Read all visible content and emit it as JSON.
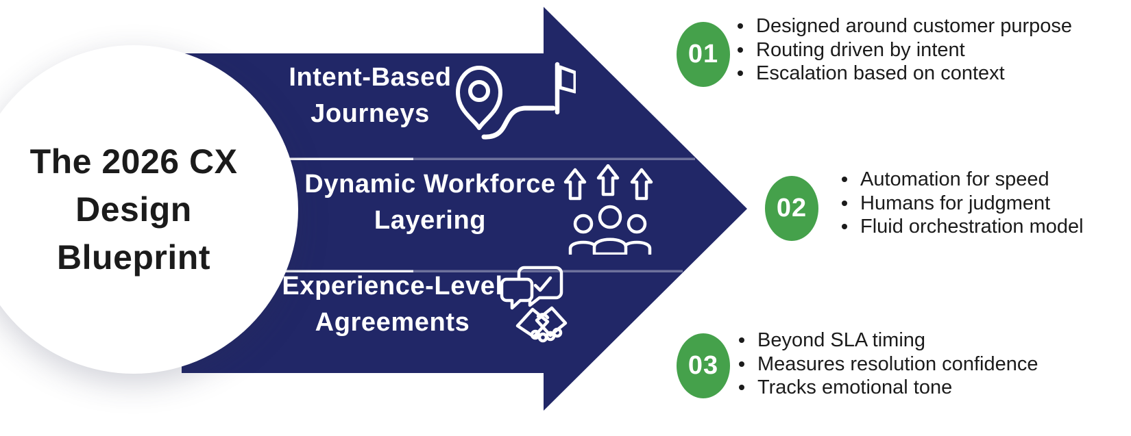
{
  "title": {
    "line1": "The 2026 CX",
    "line2": "Design",
    "line3": "Blueprint"
  },
  "colors": {
    "navy_arrow": "#212767",
    "green_badge": "#45a14b",
    "heading_text": "#ffffff",
    "body_text": "#1b1b1b",
    "background": "#ffffff"
  },
  "sections": [
    {
      "number": "01",
      "heading_line1": "Intent-Based",
      "heading_line2": "Journeys",
      "icon": "journey-pin-path-flag-icon",
      "bullets": [
        "Designed around customer purpose",
        "Routing driven by intent",
        "Escalation based on context"
      ]
    },
    {
      "number": "02",
      "heading_line1": "Dynamic Workforce",
      "heading_line2": "Layering",
      "icon": "workforce-people-up-arrows-icon",
      "bullets": [
        "Automation for speed",
        "Humans for judgment",
        "Fluid orchestration model"
      ]
    },
    {
      "number": "03",
      "heading_line1": "Experience-Level",
      "heading_line2": "Agreements",
      "icon": "handshake-chat-check-icon",
      "bullets": [
        "Beyond SLA timing",
        "Measures resolution confidence",
        "Tracks emotional tone"
      ]
    }
  ]
}
